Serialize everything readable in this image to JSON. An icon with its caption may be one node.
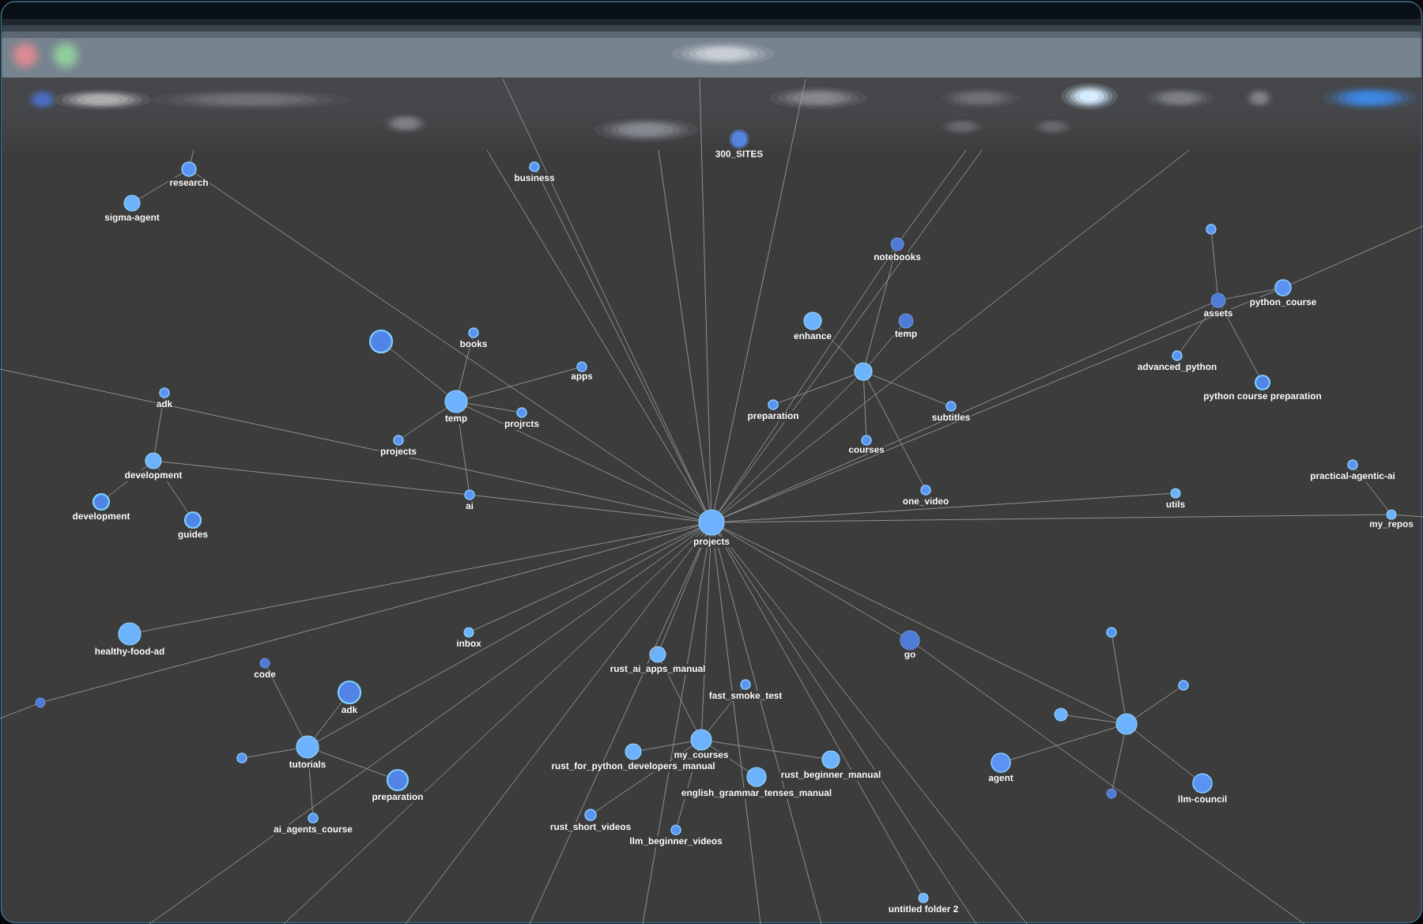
{
  "diagram": {
    "nodes": [
      {
        "text": [
          "research"
        ]
      },
      {
        "text": [
          "sigma-agent"
        ]
      },
      {
        "text": [
          "business"
        ]
      },
      {
        "text": [
          "300_SITES"
        ]
      },
      {
        "text": [],
        "shape": "circle"
      },
      {
        "text": [
          "notebooks"
        ]
      },
      {
        "text": [
          "assets"
        ]
      },
      {
        "text": [
          "python_course"
        ]
      },
      {
        "text": [
          "enhance"
        ]
      },
      {
        "text": [
          "temp"
        ]
      },
      {
        "text": [],
        "shape": "circle"
      },
      {
        "text": [
          "books"
        ]
      },
      {
        "text": [
          "apps"
        ]
      },
      {
        "text": [],
        "shape": "circle"
      },
      {
        "text": [
          "adk"
        ]
      },
      {
        "text": [
          "advanced_python"
        ]
      },
      {
        "text": [
          "python course preparation"
        ]
      },
      {
        "text": [
          "temp"
        ]
      },
      {
        "text": [
          "preparation"
        ]
      },
      {
        "text": [
          "projrcts"
        ]
      },
      {
        "text": [
          "subtitles"
        ]
      },
      {
        "text": [
          "projects"
        ]
      },
      {
        "text": [
          "courses"
        ]
      },
      {
        "text": [
          "development"
        ]
      },
      {
        "text": [
          "practical-agentic-ai"
        ]
      },
      {
        "text": [
          "ai"
        ]
      },
      {
        "text": [
          "one_video"
        ]
      },
      {
        "text": [
          "utils"
        ]
      },
      {
        "text": [
          "development"
        ]
      },
      {
        "text": [
          "my_repos"
        ]
      },
      {
        "text": [
          "guides"
        ]
      },
      {
        "text": [
          "projects"
        ]
      },
      {
        "text": [
          "healthy-food-ad"
        ]
      },
      {
        "text": [
          "inbox"
        ]
      },
      {
        "text": [],
        "shape": "circle"
      },
      {
        "text": [
          "go"
        ]
      },
      {
        "text": [
          "rust_ai_apps_manual"
        ]
      },
      {
        "text": [
          "code"
        ]
      },
      {
        "text": [
          "fast_smoke_test"
        ]
      },
      {
        "text": [],
        "shape": "circle"
      },
      {
        "text": [
          "adk"
        ]
      },
      {
        "text": [],
        "shape": "circle"
      },
      {
        "text": [],
        "shape": "circle"
      },
      {
        "text": [],
        "shape": "circle"
      },
      {
        "text": [
          "my_courses"
        ]
      },
      {
        "text": [
          "tutorials"
        ]
      },
      {
        "text": [
          "rust_for_python_developers_manual"
        ]
      },
      {
        "text": [],
        "shape": "circle"
      },
      {
        "text": [
          "rust_beginner_manual"
        ]
      },
      {
        "text": [
          "agent"
        ]
      },
      {
        "text": [
          "english_grammar_tenses_manual"
        ]
      },
      {
        "text": [
          "preparation"
        ]
      },
      {
        "text": [
          "llm-council"
        ]
      },
      {
        "text": [],
        "shape": "circle"
      },
      {
        "text": [
          "rust_short_videos"
        ]
      },
      {
        "text": [
          "ai_agents_course"
        ]
      },
      {
        "text": [
          "llm_beginner_videos"
        ]
      },
      {
        "text": [
          "untitled folder 2"
        ]
      }
    ],
    "edges": [
      {
        "from": null,
        "to": 0,
        "arrow": "none"
      },
      {
        "from": 0,
        "to": 1,
        "arrow": "none"
      },
      {
        "from": 0,
        "to": 31,
        "arrow": "none"
      },
      {
        "from": 2,
        "to": 31,
        "arrow": "none"
      },
      {
        "from": null,
        "to": 31,
        "arrow": "none"
      },
      {
        "from": null,
        "to": 31,
        "arrow": "none"
      },
      {
        "from": null,
        "to": 31,
        "arrow": "none"
      },
      {
        "from": null,
        "to": 31,
        "arrow": "none"
      },
      {
        "from": null,
        "to": 31,
        "arrow": "none"
      },
      {
        "from": null,
        "to": 5,
        "arrow": "none"
      },
      {
        "from": null,
        "to": 31,
        "arrow": "none"
      },
      {
        "from": 5,
        "to": 31,
        "arrow": "none"
      },
      {
        "from": 5,
        "to": 13,
        "arrow": "none"
      },
      {
        "from": null,
        "to": 31,
        "arrow": "none"
      },
      {
        "from": 6,
        "to": 4,
        "arrow": "none"
      },
      {
        "from": 6,
        "to": 7,
        "arrow": "none"
      },
      {
        "from": 6,
        "to": 15,
        "arrow": "none"
      },
      {
        "from": 6,
        "to": 16,
        "arrow": "none"
      },
      {
        "from": 6,
        "to": 31,
        "arrow": "none"
      },
      {
        "from": null,
        "to": 7,
        "arrow": "none"
      },
      {
        "from": 7,
        "to": 31,
        "arrow": "none"
      },
      {
        "from": 13,
        "to": 8,
        "arrow": "none"
      },
      {
        "from": 13,
        "to": 9,
        "arrow": "none"
      },
      {
        "from": 13,
        "to": 18,
        "arrow": "none"
      },
      {
        "from": 13,
        "to": 22,
        "arrow": "none"
      },
      {
        "from": 13,
        "to": 20,
        "arrow": "none"
      },
      {
        "from": 13,
        "to": 26,
        "arrow": "none"
      },
      {
        "from": 13,
        "to": 31,
        "arrow": "none"
      },
      {
        "from": 17,
        "to": 10,
        "arrow": "none"
      },
      {
        "from": 17,
        "to": 11,
        "arrow": "none"
      },
      {
        "from": 17,
        "to": 12,
        "arrow": "none"
      },
      {
        "from": 17,
        "to": 19,
        "arrow": "none"
      },
      {
        "from": 17,
        "to": 21,
        "arrow": "none"
      },
      {
        "from": 17,
        "to": 25,
        "arrow": "none"
      },
      {
        "from": 17,
        "to": 31,
        "arrow": "none"
      },
      {
        "from": 23,
        "to": 14,
        "arrow": "none"
      },
      {
        "from": 23,
        "to": 28,
        "arrow": "none"
      },
      {
        "from": 23,
        "to": 30,
        "arrow": "none"
      },
      {
        "from": 23,
        "to": 25,
        "arrow": "none"
      },
      {
        "from": 25,
        "to": 31,
        "arrow": "none"
      },
      {
        "from": null,
        "to": 31,
        "arrow": "none"
      },
      {
        "from": 29,
        "to": 24,
        "arrow": "none"
      },
      {
        "from": 31,
        "to": 29,
        "arrow": "none"
      },
      {
        "from": 29,
        "to": null,
        "arrow": "none"
      },
      {
        "from": 31,
        "to": 27,
        "arrow": "none"
      },
      {
        "from": 31,
        "to": 32,
        "arrow": "none"
      },
      {
        "from": 31,
        "to": 33,
        "arrow": "none"
      },
      {
        "from": null,
        "to": 41,
        "arrow": "none"
      },
      {
        "from": 41,
        "to": 31,
        "arrow": "none"
      },
      {
        "from": 45,
        "to": 37,
        "arrow": "none"
      },
      {
        "from": 45,
        "to": 40,
        "arrow": "none"
      },
      {
        "from": 45,
        "to": 47,
        "arrow": "none"
      },
      {
        "from": 45,
        "to": 51,
        "arrow": "none"
      },
      {
        "from": 45,
        "to": 55,
        "arrow": "none"
      },
      {
        "from": 31,
        "to": 45,
        "arrow": "none"
      },
      {
        "from": 44,
        "to": 36,
        "arrow": "none"
      },
      {
        "from": 44,
        "to": 38,
        "arrow": "none"
      },
      {
        "from": 44,
        "to": 46,
        "arrow": "none"
      },
      {
        "from": 44,
        "to": 50,
        "arrow": "none"
      },
      {
        "from": 44,
        "to": 48,
        "arrow": "none"
      },
      {
        "from": 44,
        "to": 54,
        "arrow": "none"
      },
      {
        "from": 44,
        "to": 56,
        "arrow": "none"
      },
      {
        "from": 31,
        "to": 44,
        "arrow": "none"
      },
      {
        "from": 31,
        "to": 36,
        "arrow": "none"
      },
      {
        "from": 31,
        "to": 35,
        "arrow": "none"
      },
      {
        "from": 35,
        "to": null,
        "arrow": "none"
      },
      {
        "from": 43,
        "to": 34,
        "arrow": "none"
      },
      {
        "from": 43,
        "to": 39,
        "arrow": "none"
      },
      {
        "from": 43,
        "to": 42,
        "arrow": "none"
      },
      {
        "from": 43,
        "to": 49,
        "arrow": "none"
      },
      {
        "from": 43,
        "to": 53,
        "arrow": "none"
      },
      {
        "from": 43,
        "to": 52,
        "arrow": "none"
      },
      {
        "from": 31,
        "to": 43,
        "arrow": "none"
      },
      {
        "from": 31,
        "to": 57,
        "arrow": "none"
      },
      {
        "from": 31,
        "to": null,
        "arrow": "none"
      },
      {
        "from": 31,
        "to": null,
        "arrow": "none"
      },
      {
        "from": 31,
        "to": null,
        "arrow": "none"
      },
      {
        "from": 31,
        "to": null,
        "arrow": "none"
      },
      {
        "from": 31,
        "to": null,
        "arrow": "none"
      },
      {
        "from": 31,
        "to": null,
        "arrow": "none"
      },
      {
        "from": 31,
        "to": null,
        "arrow": "none"
      },
      {
        "from": 31,
        "to": null,
        "arrow": "none"
      },
      {
        "from": 31,
        "to": null,
        "arrow": "none"
      }
    ]
  }
}
